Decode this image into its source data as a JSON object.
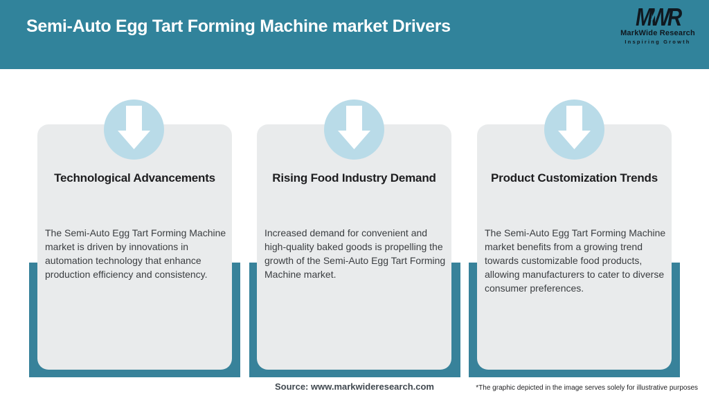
{
  "header": {
    "title": "Semi-Auto Egg Tart Forming Machine market Drivers"
  },
  "logo": {
    "monogram": "MWR",
    "name": "MarkWide Research",
    "tagline": "Inspiring Growth"
  },
  "cards": [
    {
      "icon": "down-arrow-icon",
      "title": "Technological Advancements",
      "body": "The Semi-Auto Egg Tart Forming Machine market is driven by innovations in automation technology that enhance production efficiency and consistency."
    },
    {
      "icon": "down-arrow-icon",
      "title": "Rising Food Industry Demand",
      "body": "Increased demand for convenient and high-quality baked goods is propelling the growth of the Semi-Auto Egg Tart Forming Machine market."
    },
    {
      "icon": "down-arrow-icon",
      "title": "Product Customization Trends",
      "body": "The Semi-Auto Egg Tart Forming Machine market benefits from a growing trend towards customizable food products, allowing manufacturers to cater to diverse consumer preferences."
    }
  ],
  "footer": {
    "source": "Source: www.markwideresearch.com",
    "disclaimer": "*The graphic depicted in the image serves solely for illustrative purposes"
  },
  "colors": {
    "header_teal": "#31839B",
    "shadow_teal": "#38829A",
    "card_bg": "#E9EBEC",
    "circle_blue": "#B9DBE8",
    "arrow": "#FFFFFF",
    "title_text": "#1D1D1F",
    "body_text": "#3A3D40",
    "logo_dark": "#10181F"
  }
}
